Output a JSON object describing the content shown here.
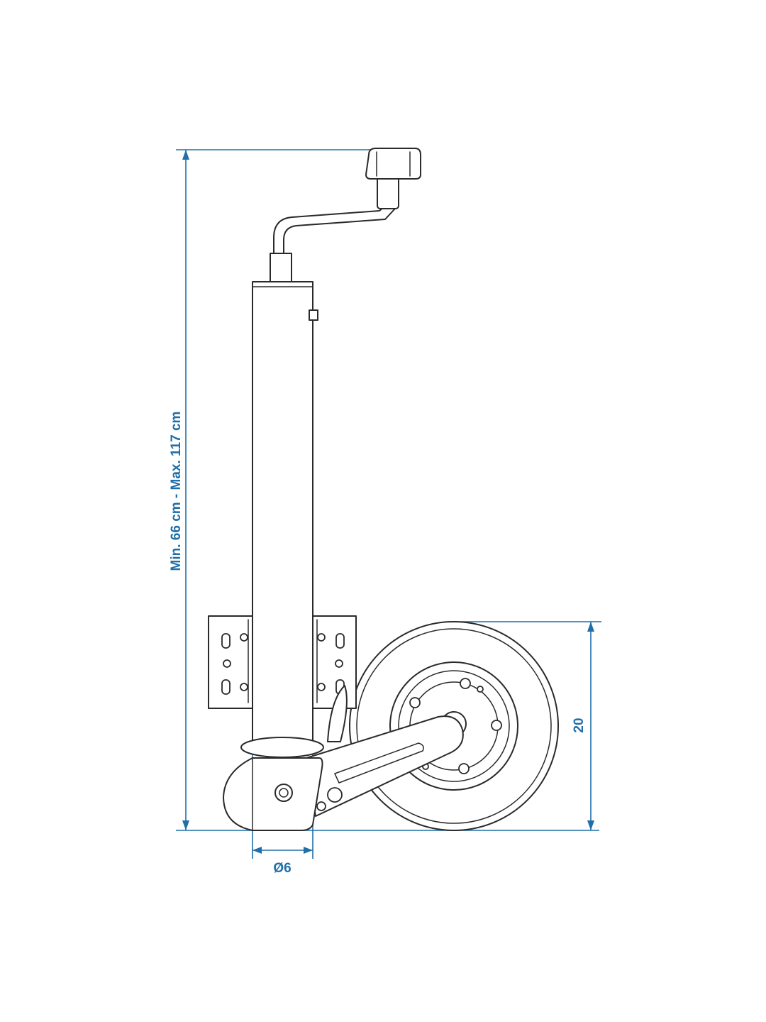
{
  "colors": {
    "dimension": "#1f6fa8",
    "outline": "#2a2a2a",
    "background": "#ffffff"
  },
  "dimensions": {
    "height_label": "Min. 66 cm - Max. 117 cm",
    "wheel_label": "20",
    "tube_label": "Ø6"
  }
}
